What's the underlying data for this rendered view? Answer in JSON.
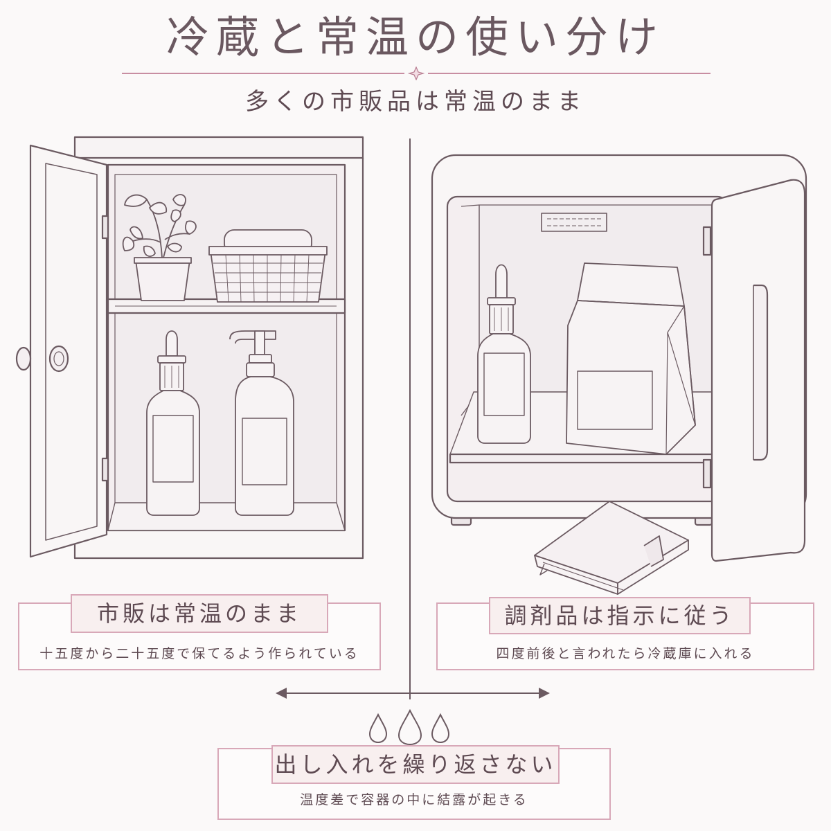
{
  "title": "冷蔵と常温の使い分け",
  "subtitle": "多くの市販品は常温のまま",
  "left_card": {
    "heading": "市販は常温のまま",
    "body": "十五度から二十五度で保てるよう作られている"
  },
  "right_card": {
    "heading": "調剤品は指示に従う",
    "body": "四度前後と言われたら冷蔵庫に入れる"
  },
  "bottom_card": {
    "heading": "出し入れを繰り返さない",
    "body": "温度差で容器の中に結露が起きる"
  },
  "colors": {
    "line": "#6b5a61",
    "accent": "#d8a8b8",
    "fill": "#f7f3f4",
    "background": "#fbf9f9"
  },
  "icons": [
    "sparkle-icon",
    "plant-icon",
    "basket-icon",
    "dropper-bottle-icon",
    "pump-bottle-icon",
    "paper-bag-icon",
    "book-icon",
    "water-drop-icon",
    "double-arrow-icon"
  ]
}
